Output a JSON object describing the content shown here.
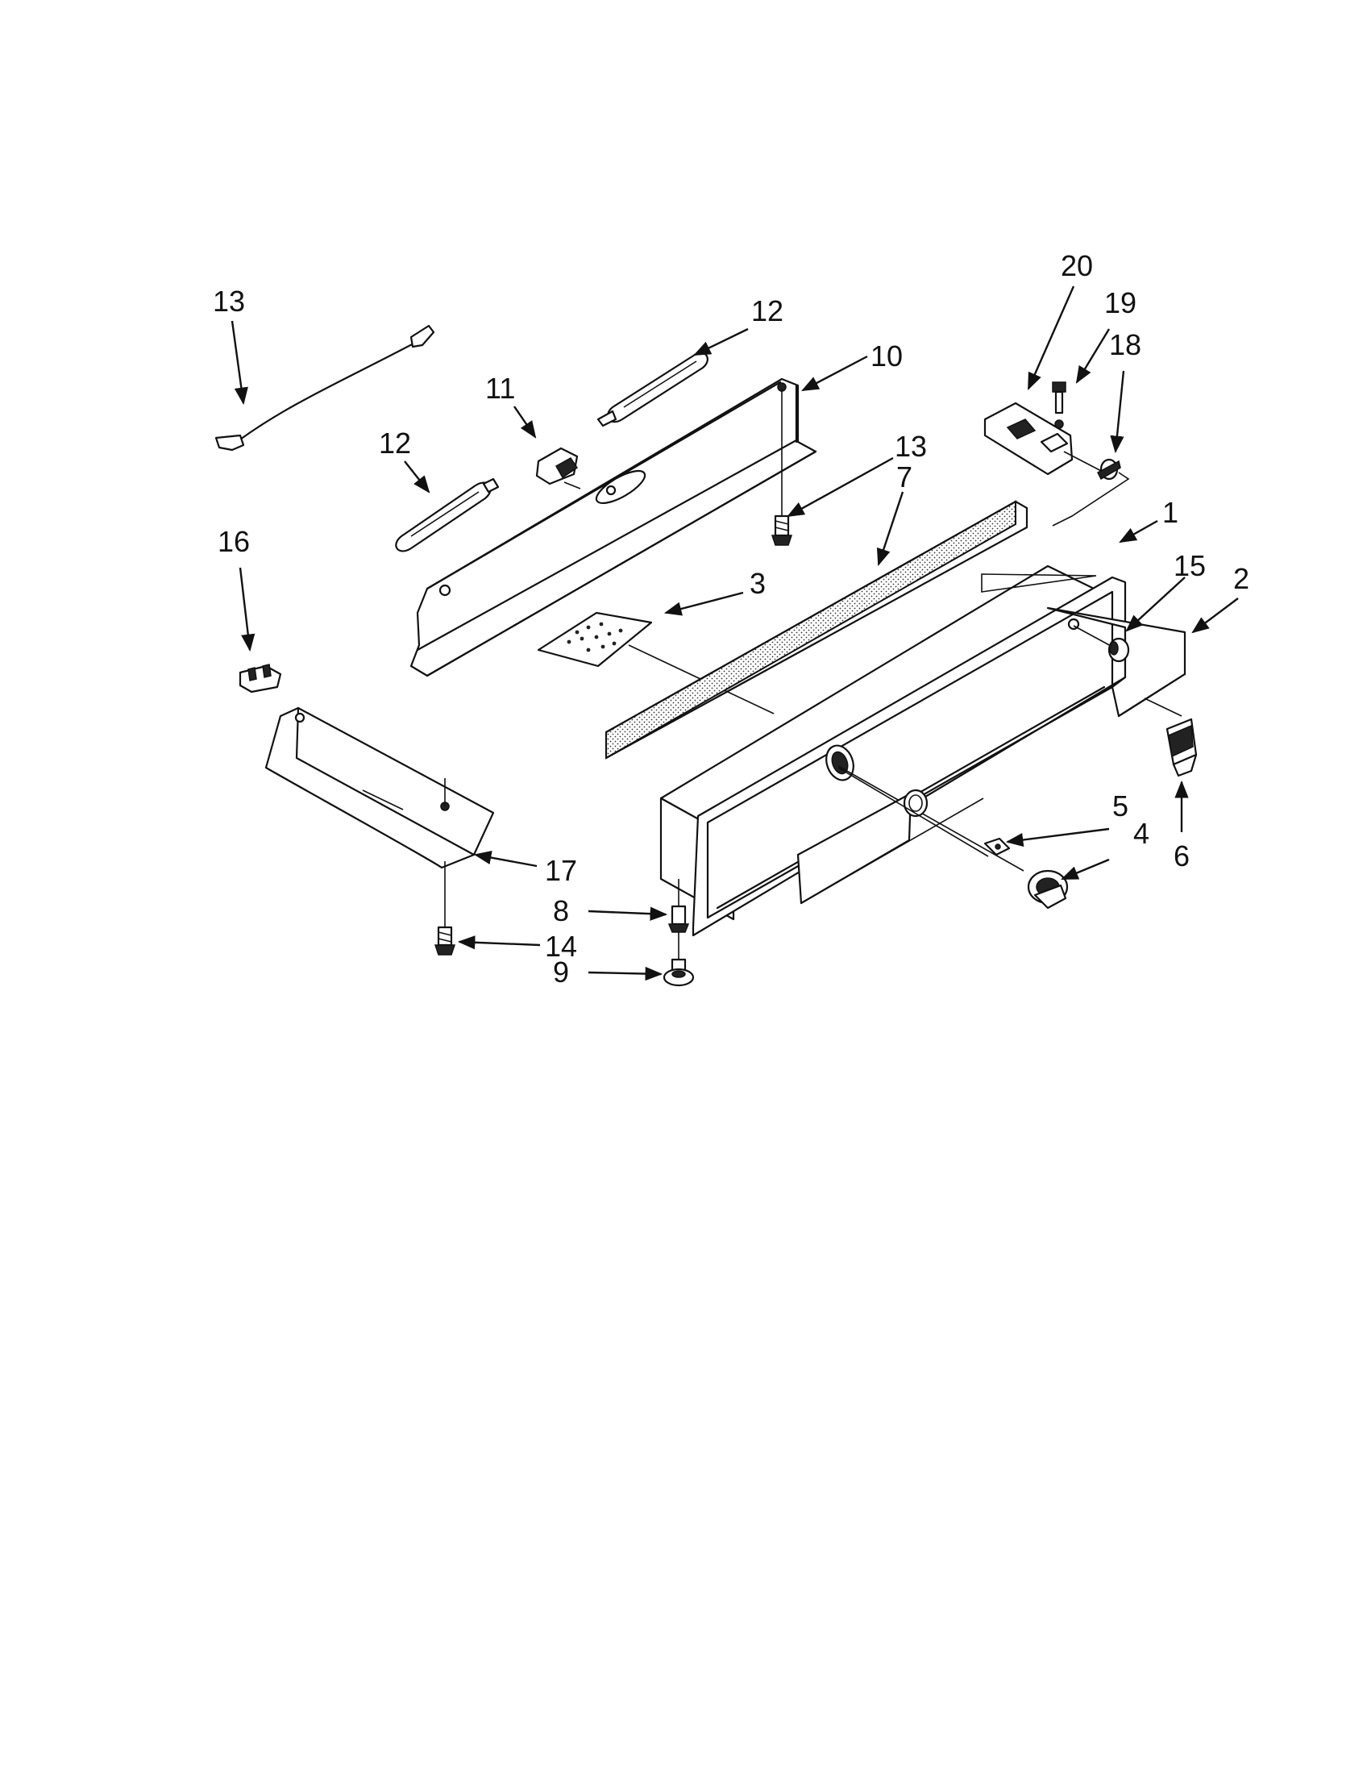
{
  "callouts": [
    {
      "id": "c1",
      "text": "1"
    },
    {
      "id": "c2",
      "text": "2"
    },
    {
      "id": "c3",
      "text": "3"
    },
    {
      "id": "c4",
      "text": "4"
    },
    {
      "id": "c5",
      "text": "5"
    },
    {
      "id": "c6",
      "text": "6"
    },
    {
      "id": "c7",
      "text": "7"
    },
    {
      "id": "c8",
      "text": "8"
    },
    {
      "id": "c9",
      "text": "9"
    },
    {
      "id": "c10",
      "text": "10"
    },
    {
      "id": "c11",
      "text": "11"
    },
    {
      "id": "c12a",
      "text": "12"
    },
    {
      "id": "c12b",
      "text": "12"
    },
    {
      "id": "c13a",
      "text": "13"
    },
    {
      "id": "c13b",
      "text": "13"
    },
    {
      "id": "c14",
      "text": "14"
    },
    {
      "id": "c15",
      "text": "15"
    },
    {
      "id": "c16",
      "text": "16"
    },
    {
      "id": "c17",
      "text": "17"
    },
    {
      "id": "c18",
      "text": "18"
    },
    {
      "id": "c19",
      "text": "19"
    },
    {
      "id": "c20",
      "text": "20"
    }
  ]
}
